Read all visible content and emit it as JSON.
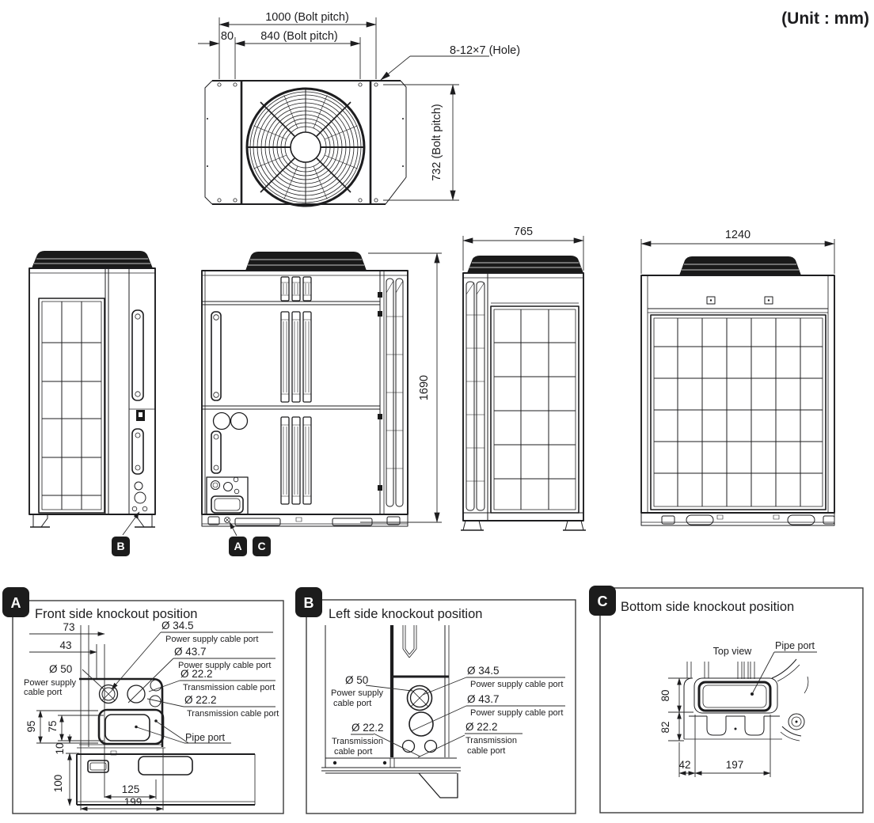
{
  "unit_label": "(Unit : mm)",
  "colors": {
    "ink": "#1d1d1f",
    "badge_bg": "#1c1c1c",
    "badge_text": "#ffffff"
  },
  "top_view": {
    "dim_bolt_pitch_1000": "1000 (Bolt pitch)",
    "dim_80": "80",
    "dim_bolt_pitch_840": "840 (Bolt pitch)",
    "hole_label": "8-12×7 (Hole)",
    "dim_bolt_pitch_732": "732 (Bolt pitch)"
  },
  "elevations": {
    "dim_height": "1690",
    "dim_depth": "765",
    "dim_width": "1240"
  },
  "markers": {
    "a": "A",
    "b": "B",
    "c": "C"
  },
  "panel_a": {
    "marker": "A",
    "title": "Front side knockout position",
    "dims": {
      "d73": "73",
      "d43": "43",
      "d95": "95",
      "d75": "75",
      "d10": "10",
      "d100": "100",
      "d125": "125",
      "d199": "199"
    },
    "labels": {
      "dia_50": "Ø 50",
      "power_supply_line1": "Power supply",
      "power_supply_line2": "cable port",
      "dia_34_5": "Ø 34.5",
      "power_supply_port_1": "Power supply cable port",
      "dia_43_7": "Ø 43.7",
      "power_supply_port_2": "Power supply cable port",
      "dia_22_2_upper": "Ø 22.2",
      "transmission_port_upper": "Transmission cable  port",
      "dia_22_2_lower": "Ø 22.2",
      "transmission_port_lower": "Transmission cable  port",
      "pipe_port": "Pipe port"
    }
  },
  "panel_b": {
    "marker": "B",
    "title": "Left side knockout position",
    "labels": {
      "dia_50": "Ø 50",
      "power_supply_line1": "Power supply",
      "power_supply_line2": "cable port",
      "dia_34_5": "Ø 34.5",
      "power_supply_port_1": "Power supply cable port",
      "dia_43_7": "Ø 43.7",
      "power_supply_port_2": "Power supply cable port",
      "dia_22_2_left": "Ø 22.2",
      "transmission_left_line1": "Transmission",
      "transmission_left_line2": "cable  port",
      "dia_22_2_right": "Ø 22.2",
      "transmission_right_line1": "Transmission",
      "transmission_right_line2": "cable  port"
    }
  },
  "panel_c": {
    "marker": "C",
    "title": "Bottom side knockout position",
    "labels": {
      "top_view": "Top view",
      "pipe_port": "Pipe port"
    },
    "dims": {
      "d80": "80",
      "d82": "82",
      "d42": "42",
      "d197": "197"
    }
  }
}
